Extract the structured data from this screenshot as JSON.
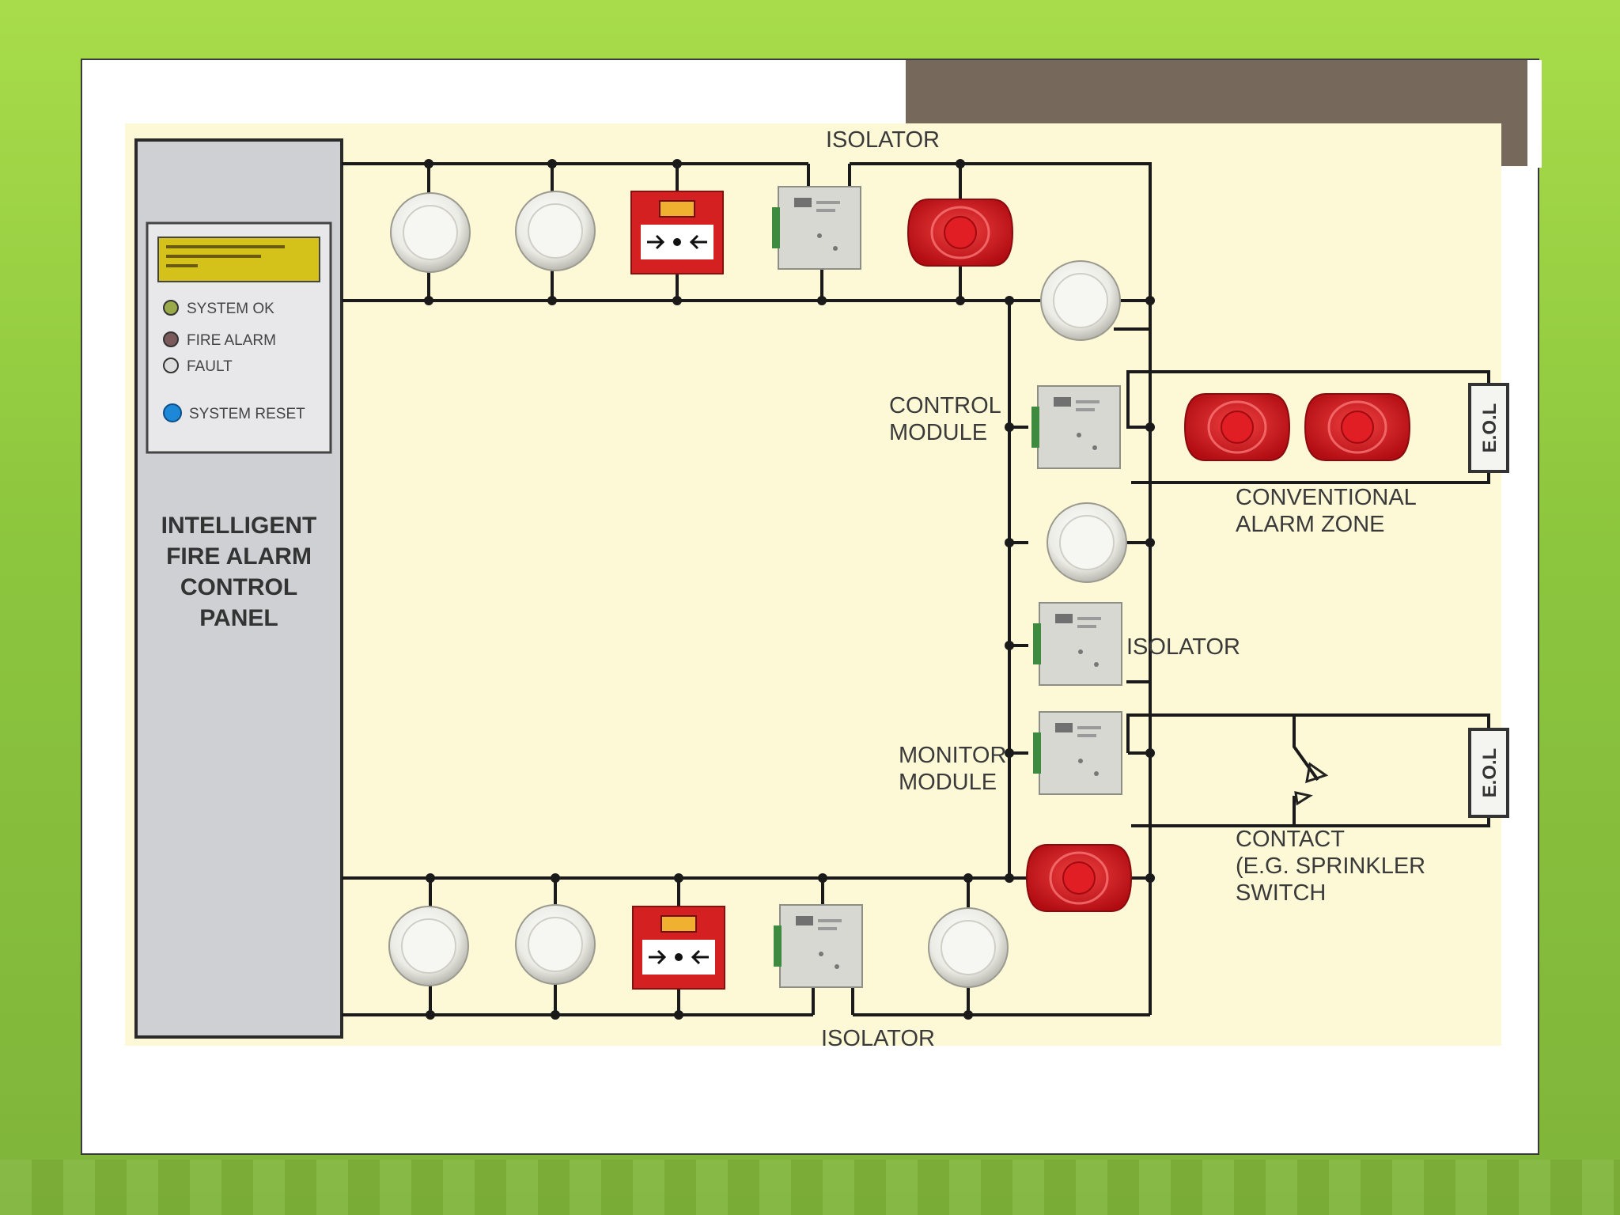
{
  "panel": {
    "title_lines": [
      "INTELLIGENT",
      "FIRE ALARM",
      "CONTROL",
      "PANEL"
    ],
    "indicators": [
      {
        "label": "SYSTEM OK",
        "color": "#9aa94a"
      },
      {
        "label": "FIRE ALARM",
        "color": "#7a5a5a"
      },
      {
        "label": "FAULT",
        "color": "#dddddd"
      },
      {
        "label": "SYSTEM RESET",
        "color": "#1e88d8"
      }
    ],
    "display_color": "#d4c21a"
  },
  "labels": {
    "isolator_top": "ISOLATOR",
    "isolator_bottom": "ISOLATOR",
    "isolator_right": "ISOLATOR",
    "control_module": [
      "CONTROL",
      "MODULE"
    ],
    "monitor_module": [
      "MONITOR",
      "MODULE"
    ],
    "conventional_zone": [
      "CONVENTIONAL",
      "ALARM ZONE"
    ],
    "contact": [
      "CONTACT",
      "(E.G. SPRINKLER",
      "SWITCH"
    ],
    "eol_1": "E.O.L",
    "eol_2": "E.O.L"
  },
  "colors": {
    "diagram_bg": "#fdf8d6",
    "sounder_red": "#d8141c",
    "call_point_red": "#d42020",
    "wire": "#1a1a1a",
    "tab_bar": "#76685a"
  }
}
